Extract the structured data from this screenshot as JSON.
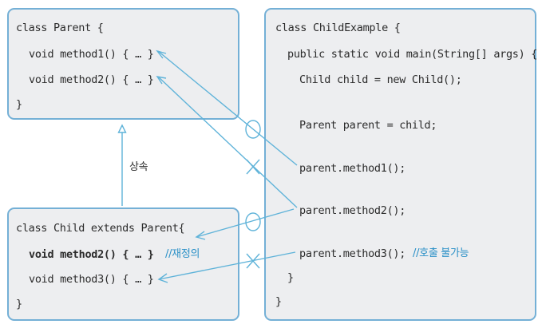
{
  "parent_box": {
    "l1": "class Parent {",
    "l2": "void method1() { … }",
    "l3": "void method2() { … }",
    "l4": "}"
  },
  "inherit_label": "상속",
  "child_box": {
    "l1": "class Child extends Parent{",
    "l2": "void method2() { … }",
    "l2_comment": "//재정의",
    "l3": "void method3() { … }",
    "l4": "}"
  },
  "example_box": {
    "l1": "class ChildExample {",
    "l2": "public static void main(String[] args) {",
    "l3": "Child child = new Child();",
    "l4": "Parent parent = child;",
    "l5": "parent.method1();",
    "l6": "parent.method2();",
    "l7": "parent.method3();",
    "l7_comment": "//호출 불가능",
    "l8": "}",
    "l9": "}"
  },
  "colors": {
    "box_fill": "#edeef0",
    "box_border": "#74b0d6",
    "arrow": "#5fb3d9",
    "comment": "#2a90c7"
  }
}
